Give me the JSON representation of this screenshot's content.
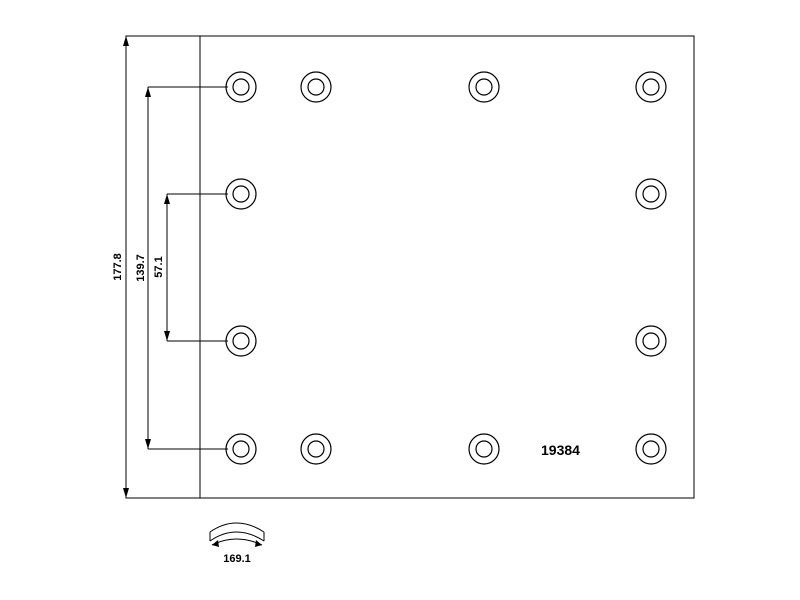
{
  "part_number": "19384",
  "dimensions": {
    "width": "177.8",
    "rivet_span_outer": "139.7",
    "rivet_span_inner": "57.1",
    "radius": "169.1"
  }
}
